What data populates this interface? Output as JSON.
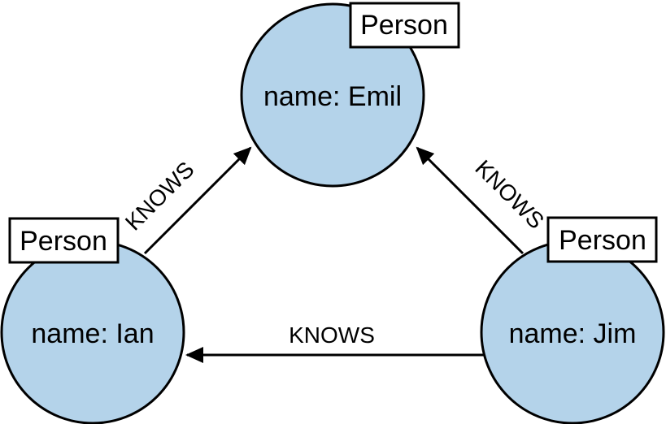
{
  "colors": {
    "node_fill": "#b4d3ea",
    "stroke": "#000000",
    "label_fill": "#ffffff"
  },
  "nodes": [
    {
      "id": "emil",
      "label": "Person",
      "text": "name: Emil"
    },
    {
      "id": "ian",
      "label": "Person",
      "text": "name: Ian"
    },
    {
      "id": "jim",
      "label": "Person",
      "text": "name: Jim"
    }
  ],
  "edges": [
    {
      "from": "ian",
      "to": "emil",
      "label": "KNOWS"
    },
    {
      "from": "jim",
      "to": "emil",
      "label": "KNOWS"
    },
    {
      "from": "jim",
      "to": "ian",
      "label": "KNOWS"
    }
  ]
}
